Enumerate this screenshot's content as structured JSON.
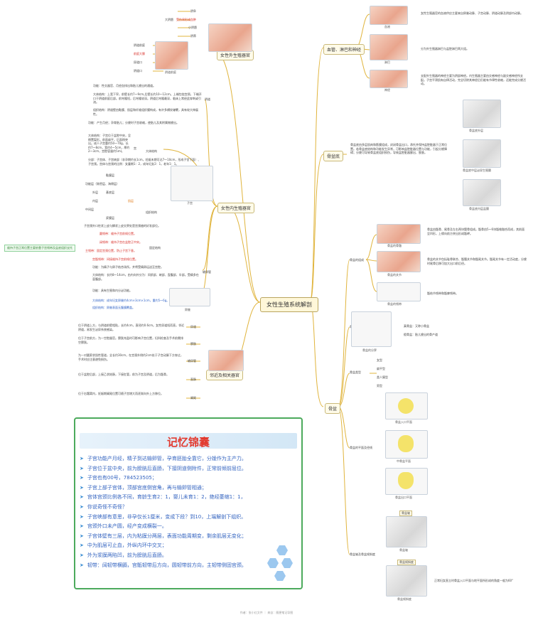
{
  "central": "女性生殖系统解剖",
  "branches": {
    "external": "女性外生殖器官",
    "internal": "女性内生殖器官",
    "adjacent": "邻近及相关器官",
    "vessels": "血管、淋巴和神经",
    "floor": "骨盆底",
    "pelvis": "骨盆"
  },
  "external": {
    "labels": [
      "阴阜",
      "大阴唇",
      "小阴唇",
      "阴蒂",
      "阴道前庭",
      "前庭大腺",
      "尿道口",
      "阴道口"
    ],
    "note": "受伤易形成血肿",
    "caption": "阴道前庭"
  },
  "internal": {
    "vagina_label": "阴道",
    "vagina_text": "功能：性交器官、月经血排出和胎儿娩出的通道。",
    "vagina_struct": "大体结构：上宽下窄，前壁长约7～9cm,后壁长约10～12cm。上端包绕宫颈，下端开口于阴道前庭后部。前穹隆短，后穹隆较深。阴道后穹隆最深，临床上常经此穿刺或引流。",
    "vagina_tissue": "组织结构：阴道壁由黏膜、肌层和纤维组织膜构成，有许多横纹皱襞，具有较大伸展性。",
    "uterus_label": "子宫",
    "uterus_func": "功能：产生月经；孕育胎儿；分娩时子宫收缩，使胎儿及其附属物娩出。",
    "uterus_general": "大体结构：子宫位于盆腔中央，呈倒置梨形，前面扁平，后面稍突出。成人子宫重约50～70g，长约7～8cm，宽约4～5cm，厚约2～3cm，宫腔容量约5ml。",
    "uterus_parts": "分部：子宫体、子宫峡部（非孕期约长1cm，妊娠末期可达7～10cm，形成子宫下段）、子宫颈。宫体与宫颈的比例：女童期1：2，成年妇女2：1，老年1：1。",
    "big_bracket": "大体结构",
    "body_label": "宫",
    "tissue_label": "组织结构",
    "layers": [
      "黏膜层",
      "功能层（致密层、海绵层）",
      "基底层",
      "外层",
      "内层",
      "中间层",
      "浆膜层"
    ],
    "muscle_label": "肌层",
    "fix_label": "固定结构",
    "ligaments": [
      "圆韧带：维持子宫前倾位置。",
      "阔韧带：维持子宫在盆腔正中央。",
      "主韧带：固定宫颈位置，防止子宫下垂。",
      "宫骶韧带：间接维持子宫前倾位置。"
    ],
    "side_note": "维持子宫正常位置主要依靠子宫韧带及盆底组织支托",
    "cervix_line": "子宫颈外口柱状上皮与鳞状上皮交界处是宫颈癌的好发部位。",
    "tube_label": "输卵管",
    "tube_func": "功能：为精子与卵子结合场所，并将受精卵运送至宫腔。",
    "tube_struct": "大体结构：长约8～14cm，由内向外分为：间质部、峡部、壶腹部、伞部。受精多在壶腹部。",
    "ovary_label": "卵巢",
    "ovary_func": "功能：具有生殖和内分泌功能。",
    "ovary_struct": "大体结构：成年妇女卵巢约4cm×3cm×1cm，重约5～6g。",
    "ovary_tissue": "组织结构：卵巢表面无腹膜覆盖。"
  },
  "adjacent": {
    "items": [
      "尿道",
      "膀胱",
      "输尿管",
      "直肠",
      "阑尾"
    ],
    "texts": [
      "位于阴道上方，与阴道前壁相贴，长约4cm，直径约0.6cm。女性尿道短而直，邻近阴道，易发生泌尿系统感染。",
      "位于子宫前方，为一空腔器官。膀胱充盈时可影响子宫位置，妇科检查及手术前需排空膀胱。",
      "为一对圆索状肌性管道，全长约30cm，在宫颈外侧约2cm处于子宫动脉下方穿过，手术时应注意避免损伤。",
      "位于盆腔后部，上接乙状结肠，下接肛管，前为子宫及阴道，后为骶骨。",
      "位于右髂窝内，妊娠期阑尾位置可随子宫增大而逐渐向外上方移位。"
    ]
  },
  "vessels": {
    "captions": [
      "血液",
      "淋巴",
      "神经"
    ],
    "texts": [
      "女性生殖器官的血液供应主要来自卵巢动脉、子宫动脉、阴道动脉及阴部内动脉。",
      "分为外生殖器淋巴与盆腔淋巴两大组。",
      "支配外生殖器的神经主要为阴部神经。内生殖器主要由交感神经与副交感神经所支配。子宫平滑肌有自律活动，完全切除其神经后仍能有节律性收缩，还能完成分娩活动。"
    ]
  },
  "floor": {
    "text": "骨盆底由多层肌肉和筋膜组成，封闭骨盆出口，承托并保持盆腔脏器于正常位置。若骨盆底结构和功能发生异常，可影响盆腔脏器位置与功能，引起分娩障碍；分娩可导致骨盆底组织损伤，导致盆腔脏器膨出、脱垂。",
    "captions": [
      "骨盆底外层",
      "骨盆底中层泌尿生殖膈",
      "骨盆底内层盆膈"
    ]
  },
  "pelvis": {
    "components_label": "骨盆的组成",
    "bone_captions": [
      "骨盆的骨骼",
      "骨盆的关节",
      "骨盆的韧带"
    ],
    "bone_texts": [
      "骨盆由骶骨、尾骨及左右两块髋骨组成。骶骨由5～6块骶椎融合而成，其前面呈凹形，上缘向前方突出形成骶岬。",
      "骨盆的关节包括耻骨联合、骶髂关节和骶尾关节。骶尾关节有一定活动度，分娩时尾骨后移可加大出口前后径。",
      "骶结节韧带和骶棘韧带。"
    ],
    "division_label": "骨盆的分界",
    "division_caption": "骨盆的分界",
    "division_items": [
      "真骨盆：又称小骨盆",
      "假骨盆：胎儿娩出的骨产道"
    ],
    "types_label": "骨盆类型",
    "types": [
      "女型",
      "扁平型",
      "类人猿型",
      "男型"
    ],
    "planes_label": "骨盆的平面及径线",
    "plane_captions": [
      "骨盆入口平面",
      "中骨盆平面",
      "骨盆出口平面"
    ],
    "axis_label": "骨盆轴及骨盆倾斜度",
    "axis_captions": [
      "骨盆轴",
      "骨盆倾斜度"
    ],
    "axis_tags": [
      "骨盆轴",
      "骨盆倾斜度"
    ],
    "axis_text": "正常妇女直立时骨盆入口平面与地平面所形成的角度一般为60°"
  },
  "memory": {
    "title": "记忆锦囊",
    "lines": [
      "子宫功能产月经，精子到达输卵管，孕育胚胎全靠它，分娩作为主产力。",
      "子宫位于盆中央，前为膀胱后直肠，下接阴道侧附件，正常前倾前屈位。",
      "子宫也有00号，784523505；",
      "子宫上部子宫体，顶部宫底侧宫角，再与输卵管相通；",
      "宫体宫颈比例各不同，育龄生育2：1，婴儿未育1：2，绝经萎缩1：1，",
      "你说奇怪不奇怪？",
      "子宫峡部有意思，非孕仅长1厘米，变成下段？到10，上端解剖下组织。",
      "宫颈外口未产圆，经产变成横裂一。",
      "子宫体壁有三层，内为粘膜分两层，表面功能周期变，剩余肌层无变化；",
      "中为肌层可止血，外纵内环中交叉；",
      "外为浆膜两陷凹，前为膀胱后直肠。",
      "韧带：阔韧带横膈，宫骶韧带后方向，圆韧带前方向，主韧带侧固宫颈。"
    ]
  },
  "footer": "作者：张小红文件 ｜ 来自：随便笔记导图"
}
